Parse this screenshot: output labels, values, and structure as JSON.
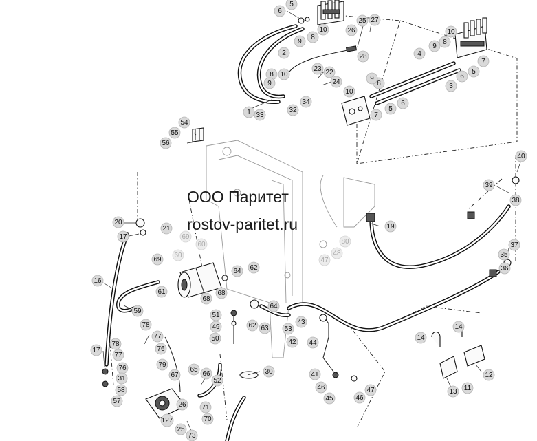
{
  "watermark": {
    "company": "ООО Паритет",
    "website": "rostov-paritet.ru"
  },
  "callouts": [
    {
      "n": "6",
      "faded": false
    },
    {
      "n": "5",
      "faded": false
    },
    {
      "n": "9",
      "faded": false
    },
    {
      "n": "8",
      "faded": false
    },
    {
      "n": "10",
      "faded": false
    },
    {
      "n": "25",
      "faded": false
    },
    {
      "n": "27",
      "faded": false
    },
    {
      "n": "26",
      "faded": false
    },
    {
      "n": "28",
      "faded": false
    },
    {
      "n": "2",
      "faded": false
    },
    {
      "n": "10",
      "faded": false
    },
    {
      "n": "9",
      "faded": false
    },
    {
      "n": "8",
      "faded": false
    },
    {
      "n": "7",
      "faded": false
    },
    {
      "n": "4",
      "faded": false
    },
    {
      "n": "5",
      "faded": false
    },
    {
      "n": "6",
      "faded": false
    },
    {
      "n": "3",
      "faded": false
    },
    {
      "n": "23",
      "faded": false
    },
    {
      "n": "22",
      "faded": false
    },
    {
      "n": "24",
      "faded": false
    },
    {
      "n": "8",
      "faded": false
    },
    {
      "n": "10",
      "faded": false
    },
    {
      "n": "9",
      "faded": false
    },
    {
      "n": "34",
      "faded": false
    },
    {
      "n": "1",
      "faded": false
    },
    {
      "n": "33",
      "faded": false
    },
    {
      "n": "32",
      "faded": false
    },
    {
      "n": "8",
      "faded": false
    },
    {
      "n": "9",
      "faded": false
    },
    {
      "n": "10",
      "faded": false
    },
    {
      "n": "6",
      "faded": false
    },
    {
      "n": "5",
      "faded": false
    },
    {
      "n": "7",
      "faded": false
    },
    {
      "n": "54",
      "faded": false
    },
    {
      "n": "55",
      "faded": false
    },
    {
      "n": "56",
      "faded": false
    },
    {
      "n": "40",
      "faded": false
    },
    {
      "n": "39",
      "faded": false
    },
    {
      "n": "38",
      "faded": false
    },
    {
      "n": "20",
      "faded": false
    },
    {
      "n": "21",
      "faded": false
    },
    {
      "n": "17",
      "faded": false
    },
    {
      "n": "19",
      "faded": false
    },
    {
      "n": "69",
      "faded": true
    },
    {
      "n": "60",
      "faded": true
    },
    {
      "n": "80",
      "faded": true
    },
    {
      "n": "48",
      "faded": true
    },
    {
      "n": "47",
      "faded": true
    },
    {
      "n": "37",
      "faded": false
    },
    {
      "n": "35",
      "faded": false
    },
    {
      "n": "36",
      "faded": false
    },
    {
      "n": "69",
      "faded": false
    },
    {
      "n": "60",
      "faded": true
    },
    {
      "n": "62",
      "faded": false
    },
    {
      "n": "64",
      "faded": false
    },
    {
      "n": "16",
      "faded": false
    },
    {
      "n": "61",
      "faded": false
    },
    {
      "n": "68",
      "faded": false
    },
    {
      "n": "68",
      "faded": false
    },
    {
      "n": "59",
      "faded": false
    },
    {
      "n": "51",
      "faded": false
    },
    {
      "n": "64",
      "faded": false
    },
    {
      "n": "62",
      "faded": false
    },
    {
      "n": "63",
      "faded": false
    },
    {
      "n": "43",
      "faded": false
    },
    {
      "n": "53",
      "faded": false
    },
    {
      "n": "42",
      "faded": false
    },
    {
      "n": "49",
      "faded": false
    },
    {
      "n": "50",
      "faded": false
    },
    {
      "n": "44",
      "faded": false
    },
    {
      "n": "14",
      "faded": false
    },
    {
      "n": "14",
      "faded": false
    },
    {
      "n": "78",
      "faded": false
    },
    {
      "n": "77",
      "faded": false
    },
    {
      "n": "76",
      "faded": false
    },
    {
      "n": "78",
      "faded": false
    },
    {
      "n": "77",
      "faded": false
    },
    {
      "n": "76",
      "faded": false
    },
    {
      "n": "79",
      "faded": false
    },
    {
      "n": "17",
      "faded": false
    },
    {
      "n": "31",
      "faded": false
    },
    {
      "n": "58",
      "faded": false
    },
    {
      "n": "57",
      "faded": false
    },
    {
      "n": "65",
      "faded": false
    },
    {
      "n": "67",
      "faded": false
    },
    {
      "n": "66",
      "faded": false
    },
    {
      "n": "52",
      "faded": false
    },
    {
      "n": "30",
      "faded": false
    },
    {
      "n": "41",
      "faded": false
    },
    {
      "n": "46",
      "faded": false
    },
    {
      "n": "45",
      "faded": false
    },
    {
      "n": "46",
      "faded": false
    },
    {
      "n": "47",
      "faded": false
    },
    {
      "n": "12",
      "faded": false
    },
    {
      "n": "11",
      "faded": false
    },
    {
      "n": "13",
      "faded": false
    },
    {
      "n": "26",
      "faded": false
    },
    {
      "n": "71",
      "faded": false
    },
    {
      "n": "127",
      "faded": false
    },
    {
      "n": "70",
      "faded": false
    },
    {
      "n": "25",
      "faded": false
    },
    {
      "n": "73",
      "faded": false
    }
  ]
}
